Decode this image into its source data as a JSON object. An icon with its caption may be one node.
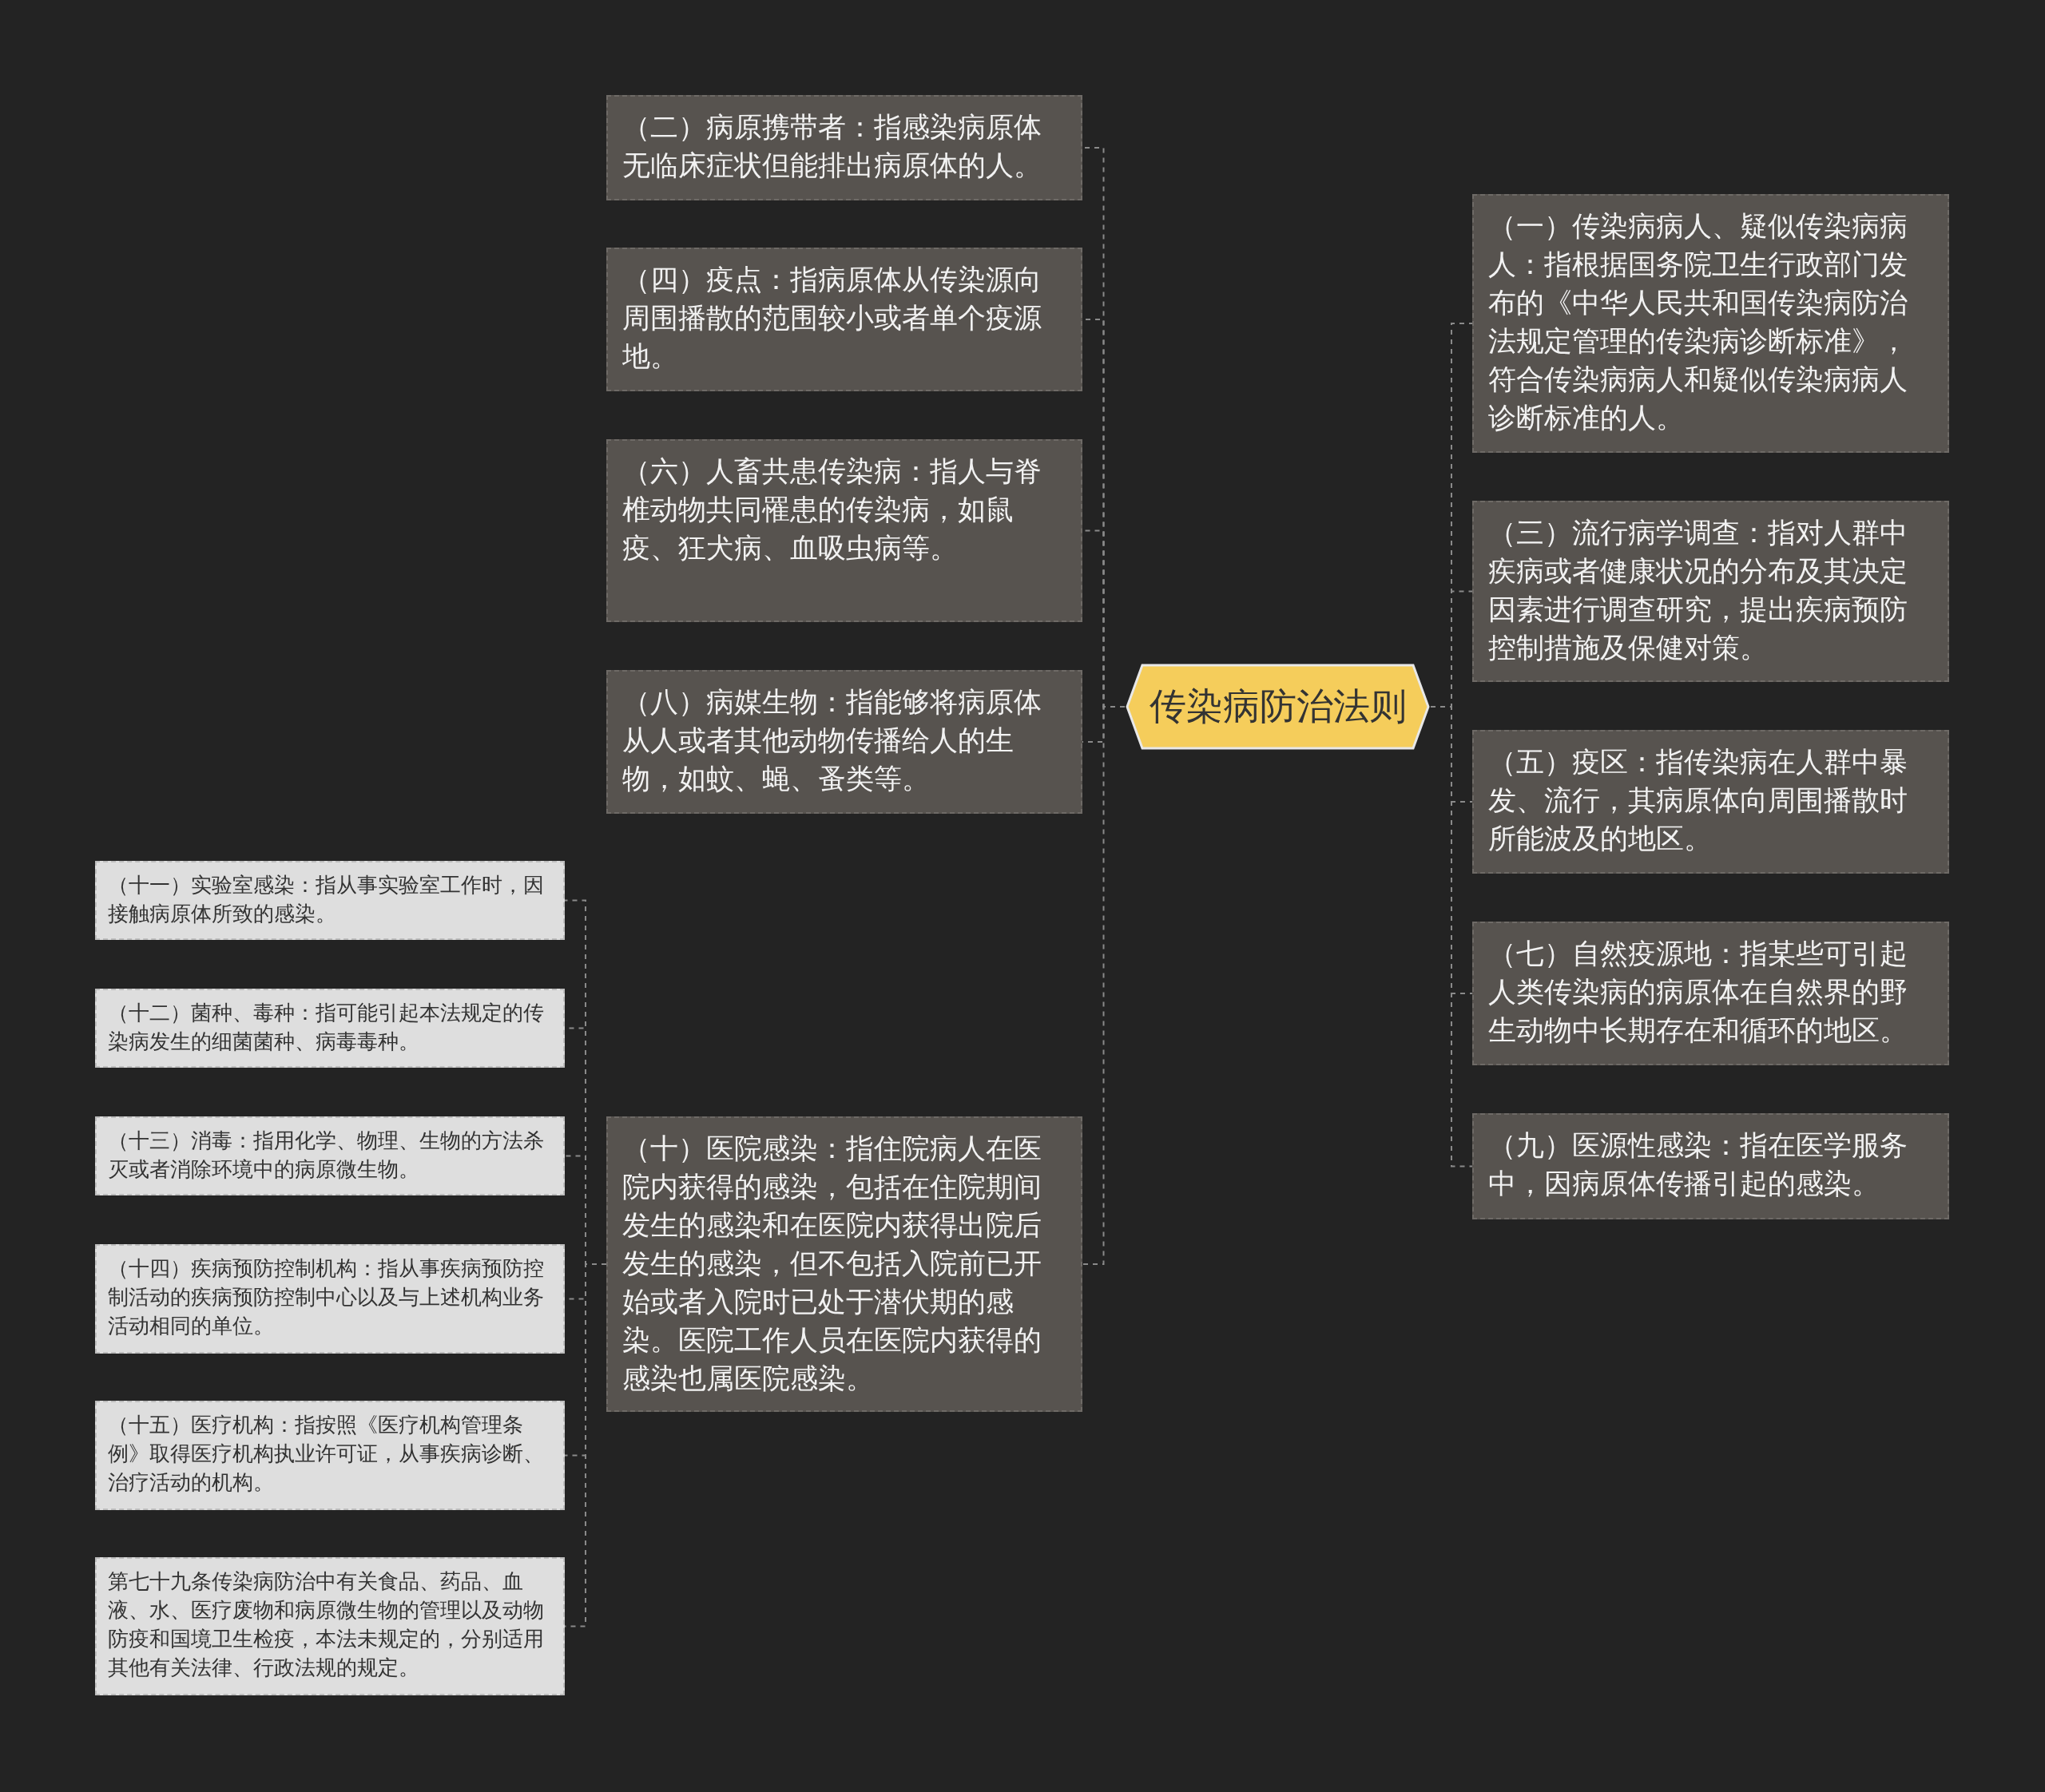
{
  "diagram": {
    "nodes": [
      {
        "text": [
          "传染病防治法则"
        ]
      },
      {
        "text": [
          "（二）病原携带者：指感染病原体无临床症状但能排出病原体的人。"
        ]
      },
      {
        "text": [
          "（四）疫点：指病原体从传染源向周围播散的范围较小或者单个疫源地。"
        ]
      },
      {
        "text": [
          "（六）人畜共患传染病：指人与脊椎动物共同罹患的传染病，如鼠疫、狂犬病、血吸虫病等。"
        ]
      },
      {
        "text": [
          "（八）病媒生物：指能够将病原体从人或者其他动物传播给人的生物，如蚊、蝇、蚤类等。"
        ]
      },
      {
        "text": [
          "（十）医院感染：指住院病人在医院内获得的感染，包括在住院期间发生的感染和在医院内获得出院后发生的感染，但不包括入院前已开始或者入院时已处于潜伏期的感染。医院工作人员在医院内获得的感染也属医院感染。"
        ]
      },
      {
        "text": [
          "（一）传染病病人、疑似传染病病人：指根据国务院卫生行政部门发布的《中华人民共和国传染病防治法规定管理的传染病诊断标准》，符合传染病病人和疑似传染病病人诊断标准的人。"
        ]
      },
      {
        "text": [
          "（三）流行病学调查：指对人群中疾病或者健康状况的分布及其决定因素进行调查研究，提出疾病预防控制措施及保健对策。"
        ]
      },
      {
        "text": [
          "（五）疫区：指传染病在人群中暴发、流行，其病原体向周围播散时所能波及的地区。"
        ]
      },
      {
        "text": [
          "（七）自然疫源地：指某些可引起人类传染病的病原体在自然界的野生动物中长期存在和循环的地区。"
        ]
      },
      {
        "text": [
          "（九）医源性感染：指在医学服务中，因病原体传播引起的感染。"
        ]
      },
      {
        "text": [
          "（十一）实验室感染：指从事实验室工作时，因接触病原体所致的感染。"
        ]
      },
      {
        "text": [
          "（十二）菌种、毒种：指可能引起本法规定的传染病发生的细菌菌种、病毒毒种。"
        ]
      },
      {
        "text": [
          "（十三）消毒：指用化学、物理、生物的方法杀灭或者消除环境中的病原微生物。"
        ]
      },
      {
        "text": [
          "（十四）疾病预防控制机构：指从事疾病预防控制活动的疾病预防控制中心以及与上述机构业务活动相同的单位。"
        ]
      },
      {
        "text": [
          "（十五）医疗机构：指按照《医疗机构管理条例》取得医疗机构执业许可证，从事疾病诊断、治疗活动的机构。"
        ]
      },
      {
        "text": [
          "第七十九条传染病防治中有关食品、药品、血液、水、医疗废物和病原微生物的管理以及动物防疫和国境卫生检疫，本法未规定的，分别适用其他有关法律、行政法规的规定。"
        ]
      }
    ],
    "edges": [
      {
        "from": 0,
        "to": 1,
        "arrow": "none",
        "style": "dashed"
      },
      {
        "from": 0,
        "to": 2,
        "arrow": "none",
        "style": "dashed"
      },
      {
        "from": 0,
        "to": 3,
        "arrow": "none",
        "style": "dashed"
      },
      {
        "from": 0,
        "to": 4,
        "arrow": "none",
        "style": "dashed"
      },
      {
        "from": 0,
        "to": 5,
        "arrow": "none",
        "style": "dashed"
      },
      {
        "from": 0,
        "to": 6,
        "arrow": "none",
        "style": "dashed"
      },
      {
        "from": 0,
        "to": 7,
        "arrow": "none",
        "style": "dashed"
      },
      {
        "from": 0,
        "to": 8,
        "arrow": "none",
        "style": "dashed"
      },
      {
        "from": 0,
        "to": 9,
        "arrow": "none",
        "style": "dashed"
      },
      {
        "from": 0,
        "to": 10,
        "arrow": "none",
        "style": "dashed"
      },
      {
        "from": 5,
        "to": 11,
        "arrow": "none",
        "style": "dashed"
      },
      {
        "from": 5,
        "to": 12,
        "arrow": "none",
        "style": "dashed"
      },
      {
        "from": 5,
        "to": 13,
        "arrow": "none",
        "style": "dashed"
      },
      {
        "from": 5,
        "to": 14,
        "arrow": "none",
        "style": "dashed"
      },
      {
        "from": 5,
        "to": 15,
        "arrow": "none",
        "style": "dashed"
      },
      {
        "from": 5,
        "to": 16,
        "arrow": "none",
        "style": "dashed"
      }
    ]
  }
}
